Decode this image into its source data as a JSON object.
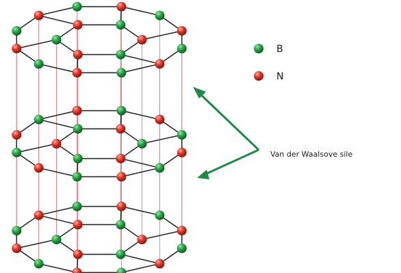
{
  "legend": [
    {
      "symbol": "B",
      "color": "#1e8f3c"
    },
    {
      "symbol": "N",
      "color": "#d92b22"
    }
  ],
  "annotation": {
    "text": "Van der Waalsove sile",
    "arrow_color": "#1e8a45"
  },
  "structure": {
    "layers": 3,
    "rings_per_layer": 4,
    "bond_color": "#2b2b2b",
    "interlayer_line_color": "#d9898c"
  }
}
